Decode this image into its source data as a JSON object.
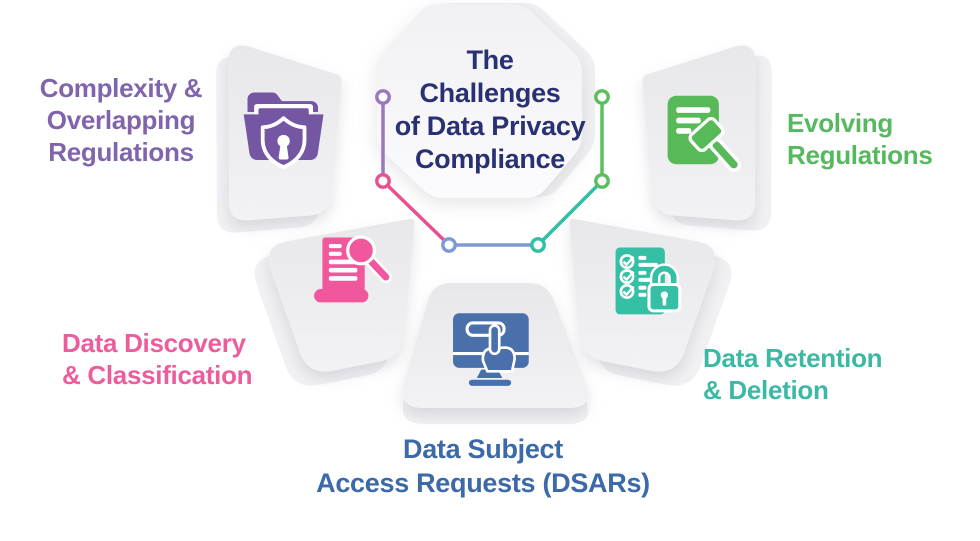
{
  "title": {
    "lines": [
      "The",
      "Challenges",
      "of Data Privacy",
      "Compliance"
    ],
    "color": "#2A3173"
  },
  "segments": [
    {
      "name": "complexity-overlapping-regulations",
      "label_lines": [
        "Complexity &",
        "Overlapping",
        "Regulations"
      ],
      "text_color": "#8065AC",
      "icon": "folder-shield-icon",
      "icon_color": "#7456A3",
      "connector_color": "#9A77C0"
    },
    {
      "name": "evolving-regulations",
      "label_lines": [
        "Evolving",
        "Regulations"
      ],
      "text_color": "#56B85F",
      "icon": "document-gavel-icon",
      "icon_color": "#57B957",
      "connector_color": "#5CBE5E"
    },
    {
      "name": "data-discovery-classification",
      "label_lines": [
        "Data Discovery",
        "& Classification"
      ],
      "text_color": "#EC5D9D",
      "icon": "document-magnifier-icon",
      "icon_color": "#F0579C",
      "connector_color": "#E8518F"
    },
    {
      "name": "data-subject-access-requests",
      "label_lines": [
        "Data Subject",
        "Access Requests (DSARs)"
      ],
      "text_color": "#3C69A8",
      "icon": "monitor-click-icon",
      "icon_color": "#4A70AC",
      "connector_color": "#7E9AD3"
    },
    {
      "name": "data-retention-deletion",
      "label_lines": [
        "Data Retention",
        "& Deletion"
      ],
      "text_color": "#3CB9A4",
      "icon": "checklist-lock-icon",
      "icon_color": "#35BFA5",
      "connector_color": "#2FBFA5"
    }
  ],
  "shapes": {
    "petal_fill": "#E8E8EB",
    "petal_fill_light": "#F2F2F5",
    "echo_fill": "#F0F0F3",
    "octagon_fill": "#F1F1F4",
    "octagon_fill_light": "#FBFBFD",
    "background": "#FFFFFF",
    "node_fill": "#FFFFFF"
  }
}
